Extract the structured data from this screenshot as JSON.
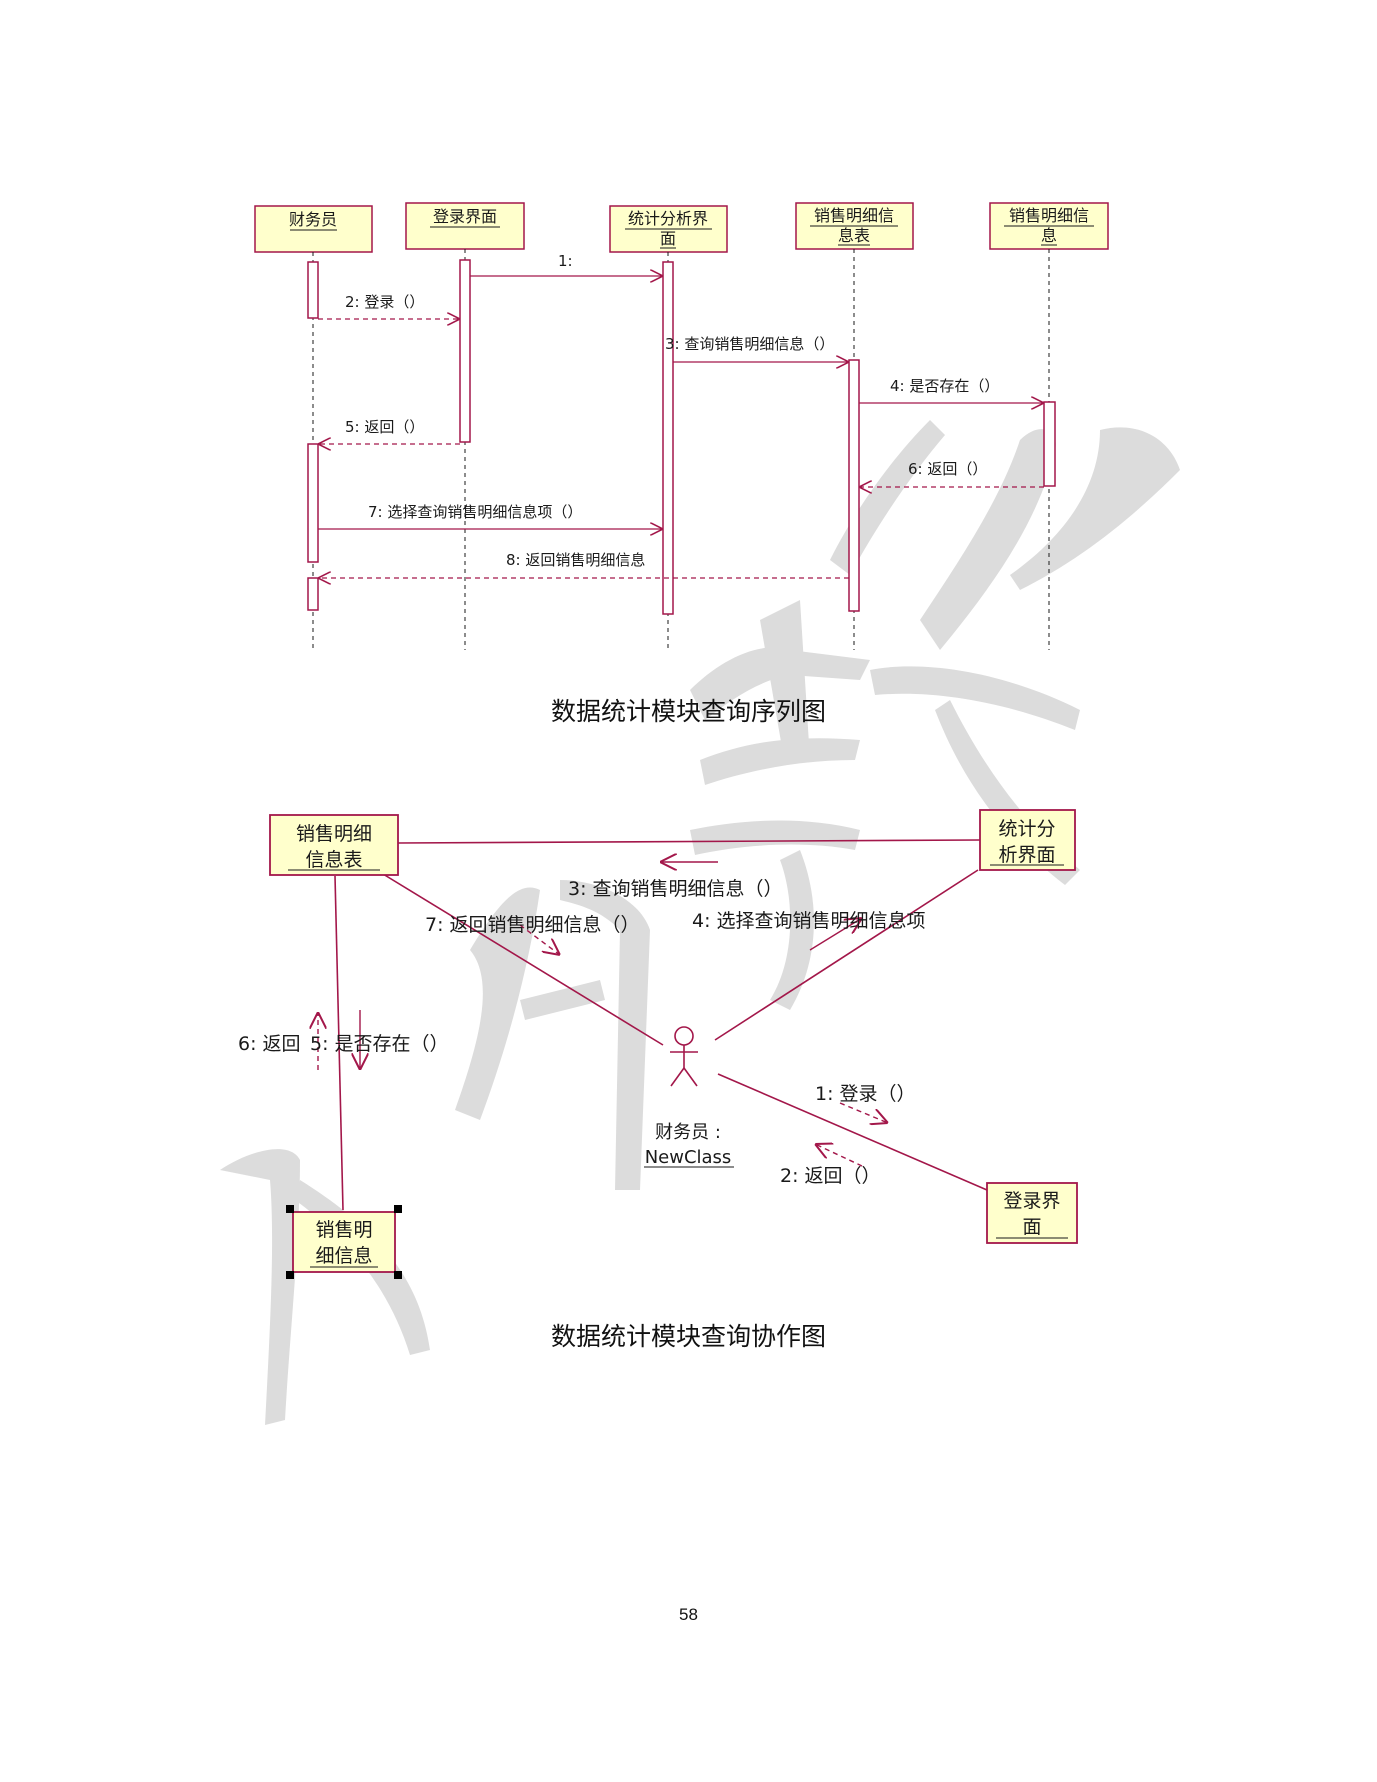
{
  "colors": {
    "line": "#a3174a",
    "box_fill": "#ffffcc",
    "box_stroke": "#a3174a",
    "watermark": "#d4d4d4"
  },
  "sequence": {
    "lifelines": [
      {
        "label": [
          "财务员"
        ]
      },
      {
        "label": [
          "登录界面"
        ]
      },
      {
        "label": [
          "统计分析界",
          "面"
        ]
      },
      {
        "label": [
          "销售明细信",
          "息表"
        ]
      },
      {
        "label": [
          "销售明细信",
          "息"
        ]
      }
    ],
    "messages": [
      "1:",
      "2: 登录（）",
      "3: 查询销售明细信息（）",
      "4: 是否存在（）",
      "5: 返回（）",
      "6: 返回（）",
      "7: 选择查询销售明细信息项（）",
      "8: 返回销售明细信息"
    ],
    "caption": "数据统计模块查询序列图"
  },
  "collaboration": {
    "objects": [
      {
        "label": [
          "销售明细",
          "信息表"
        ]
      },
      {
        "label": [
          "统计分",
          "析界面"
        ]
      },
      {
        "label": [
          "销售明",
          "细信息"
        ]
      },
      {
        "label": [
          "登录界",
          "面"
        ]
      }
    ],
    "actor": {
      "label": "财务员 :",
      "class_name": "NewClass"
    },
    "messages": [
      "3: 查询销售明细信息（）",
      "7: 返回销售明细信息（）",
      "4: 选择查询销售明细信息项",
      "6: 返回",
      "5: 是否存在（）",
      "1: 登录（）",
      "2: 返回（）"
    ],
    "caption": "数据统计模块查询协作图"
  },
  "watermark": {
    "text": "小何学长",
    "icon": "watermark-calligraphy"
  },
  "page_number": "58"
}
